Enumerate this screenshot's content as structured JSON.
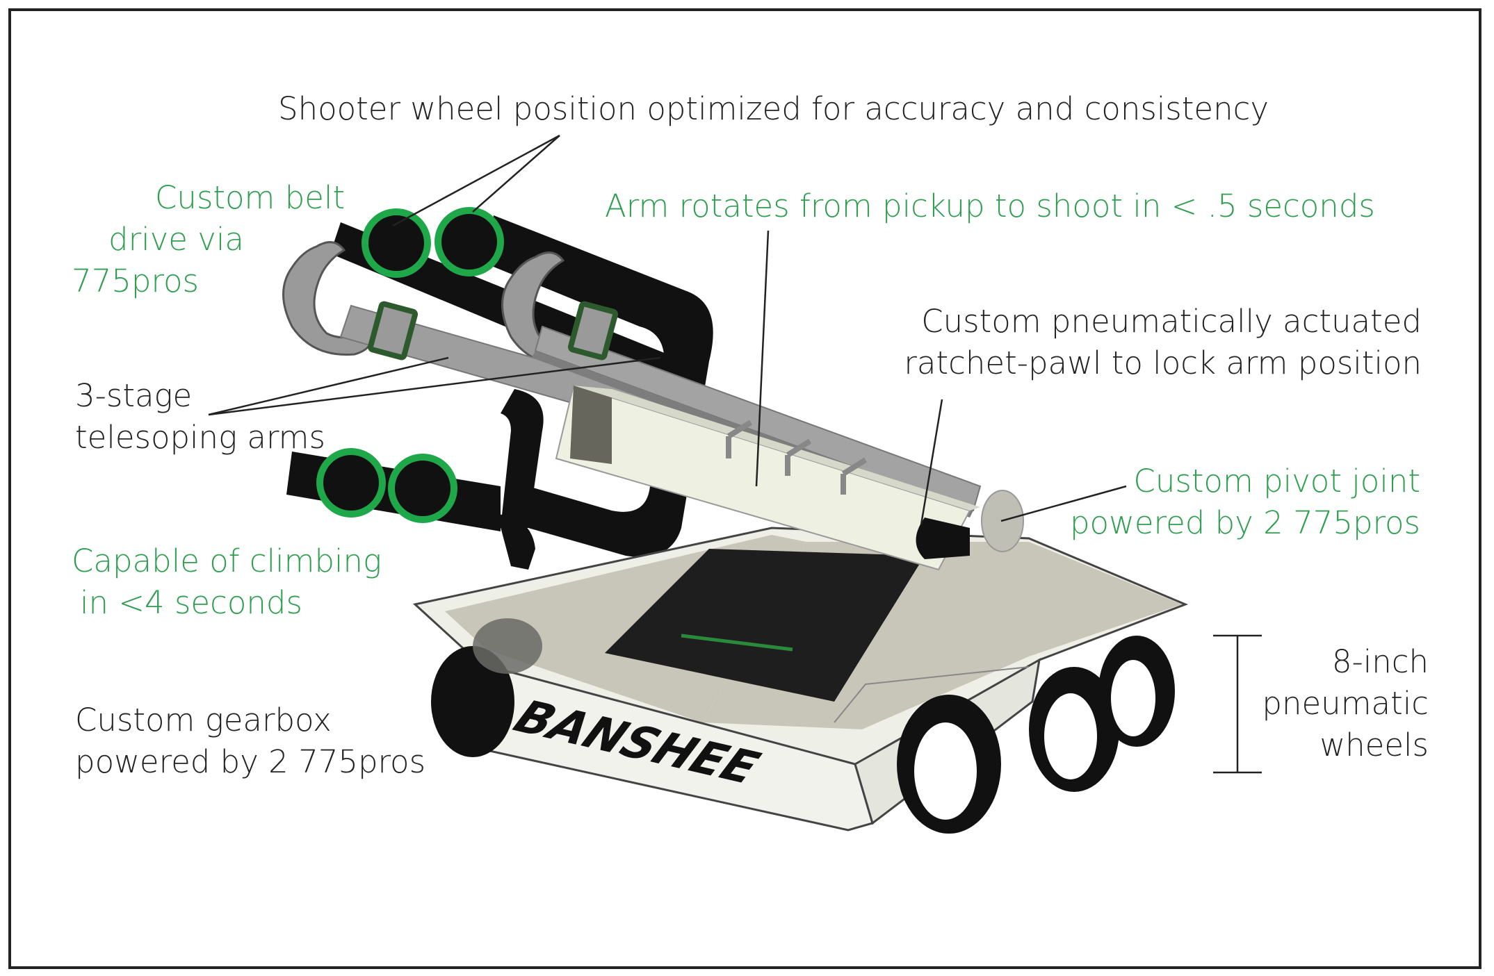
{
  "colors": {
    "label_dark": "#222222",
    "label_green": "#2e9e4f",
    "chassis_light": "#eef0e8",
    "chassis_plate": "#c8c6b8",
    "arm_gray": "#9a9a9a",
    "ring_green": "#1fa84a",
    "dark_green": "#2d5a2d"
  },
  "robot_name": "BANSHEE",
  "labels": {
    "shooter": "Shooter wheel position optimized for accuracy and consistency",
    "belt_drive": [
      "Custom belt",
      "drive via",
      "775pros"
    ],
    "arm_rotates": "Arm rotates from pickup to shoot in < .5 seconds",
    "ratchet": [
      "Custom pneumatically actuated",
      "ratchet-pawl to lock arm position"
    ],
    "telescoping": [
      "3-stage",
      "telesoping arms"
    ],
    "pivot": [
      "Custom pivot joint",
      "powered by 2 775pros"
    ],
    "climbing": [
      "Capable of climbing",
      "in <4 seconds"
    ],
    "gearbox": [
      "Custom gearbox",
      "powered by 2 775pros"
    ],
    "wheels": [
      "8-inch",
      "pneumatic",
      "wheels"
    ]
  }
}
